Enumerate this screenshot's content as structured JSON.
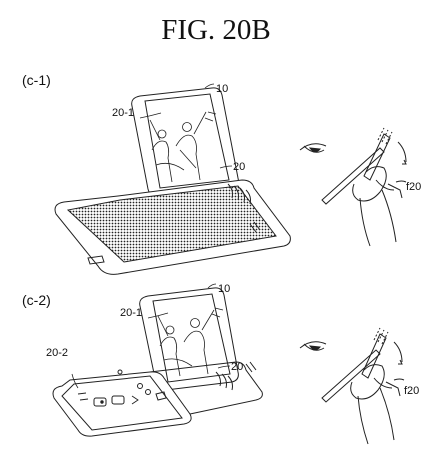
{
  "figure": {
    "title": "FIG. 20B"
  },
  "panels": [
    {
      "label": "(c-1)",
      "refs": {
        "device": "10",
        "upper_panel": "20-1",
        "display": "20",
        "finger": "f20"
      }
    },
    {
      "label": "(c-2)",
      "refs": {
        "device": "10",
        "upper_panel": "20-1",
        "lower_panel": "20-2",
        "display": "20",
        "finger": "f20"
      }
    }
  ]
}
